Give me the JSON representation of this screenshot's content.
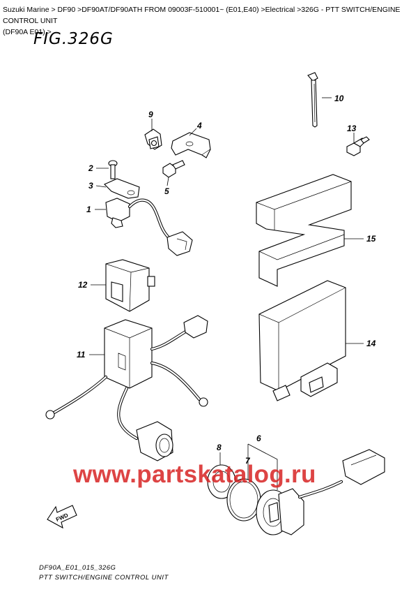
{
  "breadcrumb": {
    "line1": "Suzuki Marine > DF90 >DF90AT/DF90ATH FROM 09003F-510001~ (E01,E40) >Electrical >326G - PTT SWITCH/ENGINE CONTROL UNIT",
    "line2": "(DF90A E01) >"
  },
  "figure": {
    "title": "FIG.326G",
    "callouts": [
      "1",
      "2",
      "3",
      "4",
      "5",
      "6",
      "7",
      "8",
      "9",
      "10",
      "11",
      "12",
      "13",
      "14",
      "15"
    ],
    "fwd_label": "FWD"
  },
  "watermark": "www.partskatalog.ru",
  "footer": {
    "code": "DF90A_E01_015_326G",
    "caption": "PTT SWITCH/ENGINE CONTROL UNIT"
  },
  "colors": {
    "watermark": "#d72323",
    "line": "#000000",
    "background": "#ffffff"
  }
}
